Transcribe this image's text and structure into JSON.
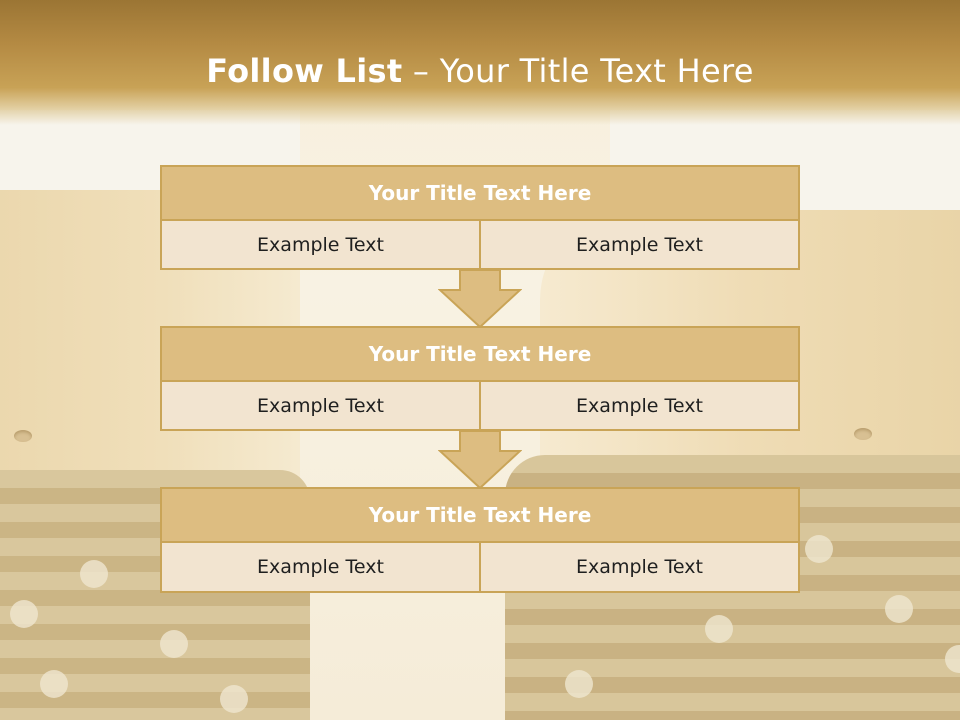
{
  "slide": {
    "title_bold": "Follow List",
    "title_rest": " – Your Title Text Here"
  },
  "flow": [
    {
      "title": "Your Title Text Here",
      "cells": [
        "Example Text",
        "Example Text"
      ]
    },
    {
      "title": "Your Title Text Here",
      "cells": [
        "Example Text",
        "Example Text"
      ]
    },
    {
      "title": "Your Title Text Here",
      "cells": [
        "Example Text",
        "Example Text"
      ]
    }
  ],
  "colors": {
    "header_band": "#b48a43",
    "box_title_fill": "#ddbd81",
    "box_border": "#c9a457",
    "box_cell_fill": "#f2e4d0",
    "arrow_fill": "#ddbd81"
  },
  "icons": [
    "down-arrow-icon",
    "down-arrow-icon"
  ]
}
